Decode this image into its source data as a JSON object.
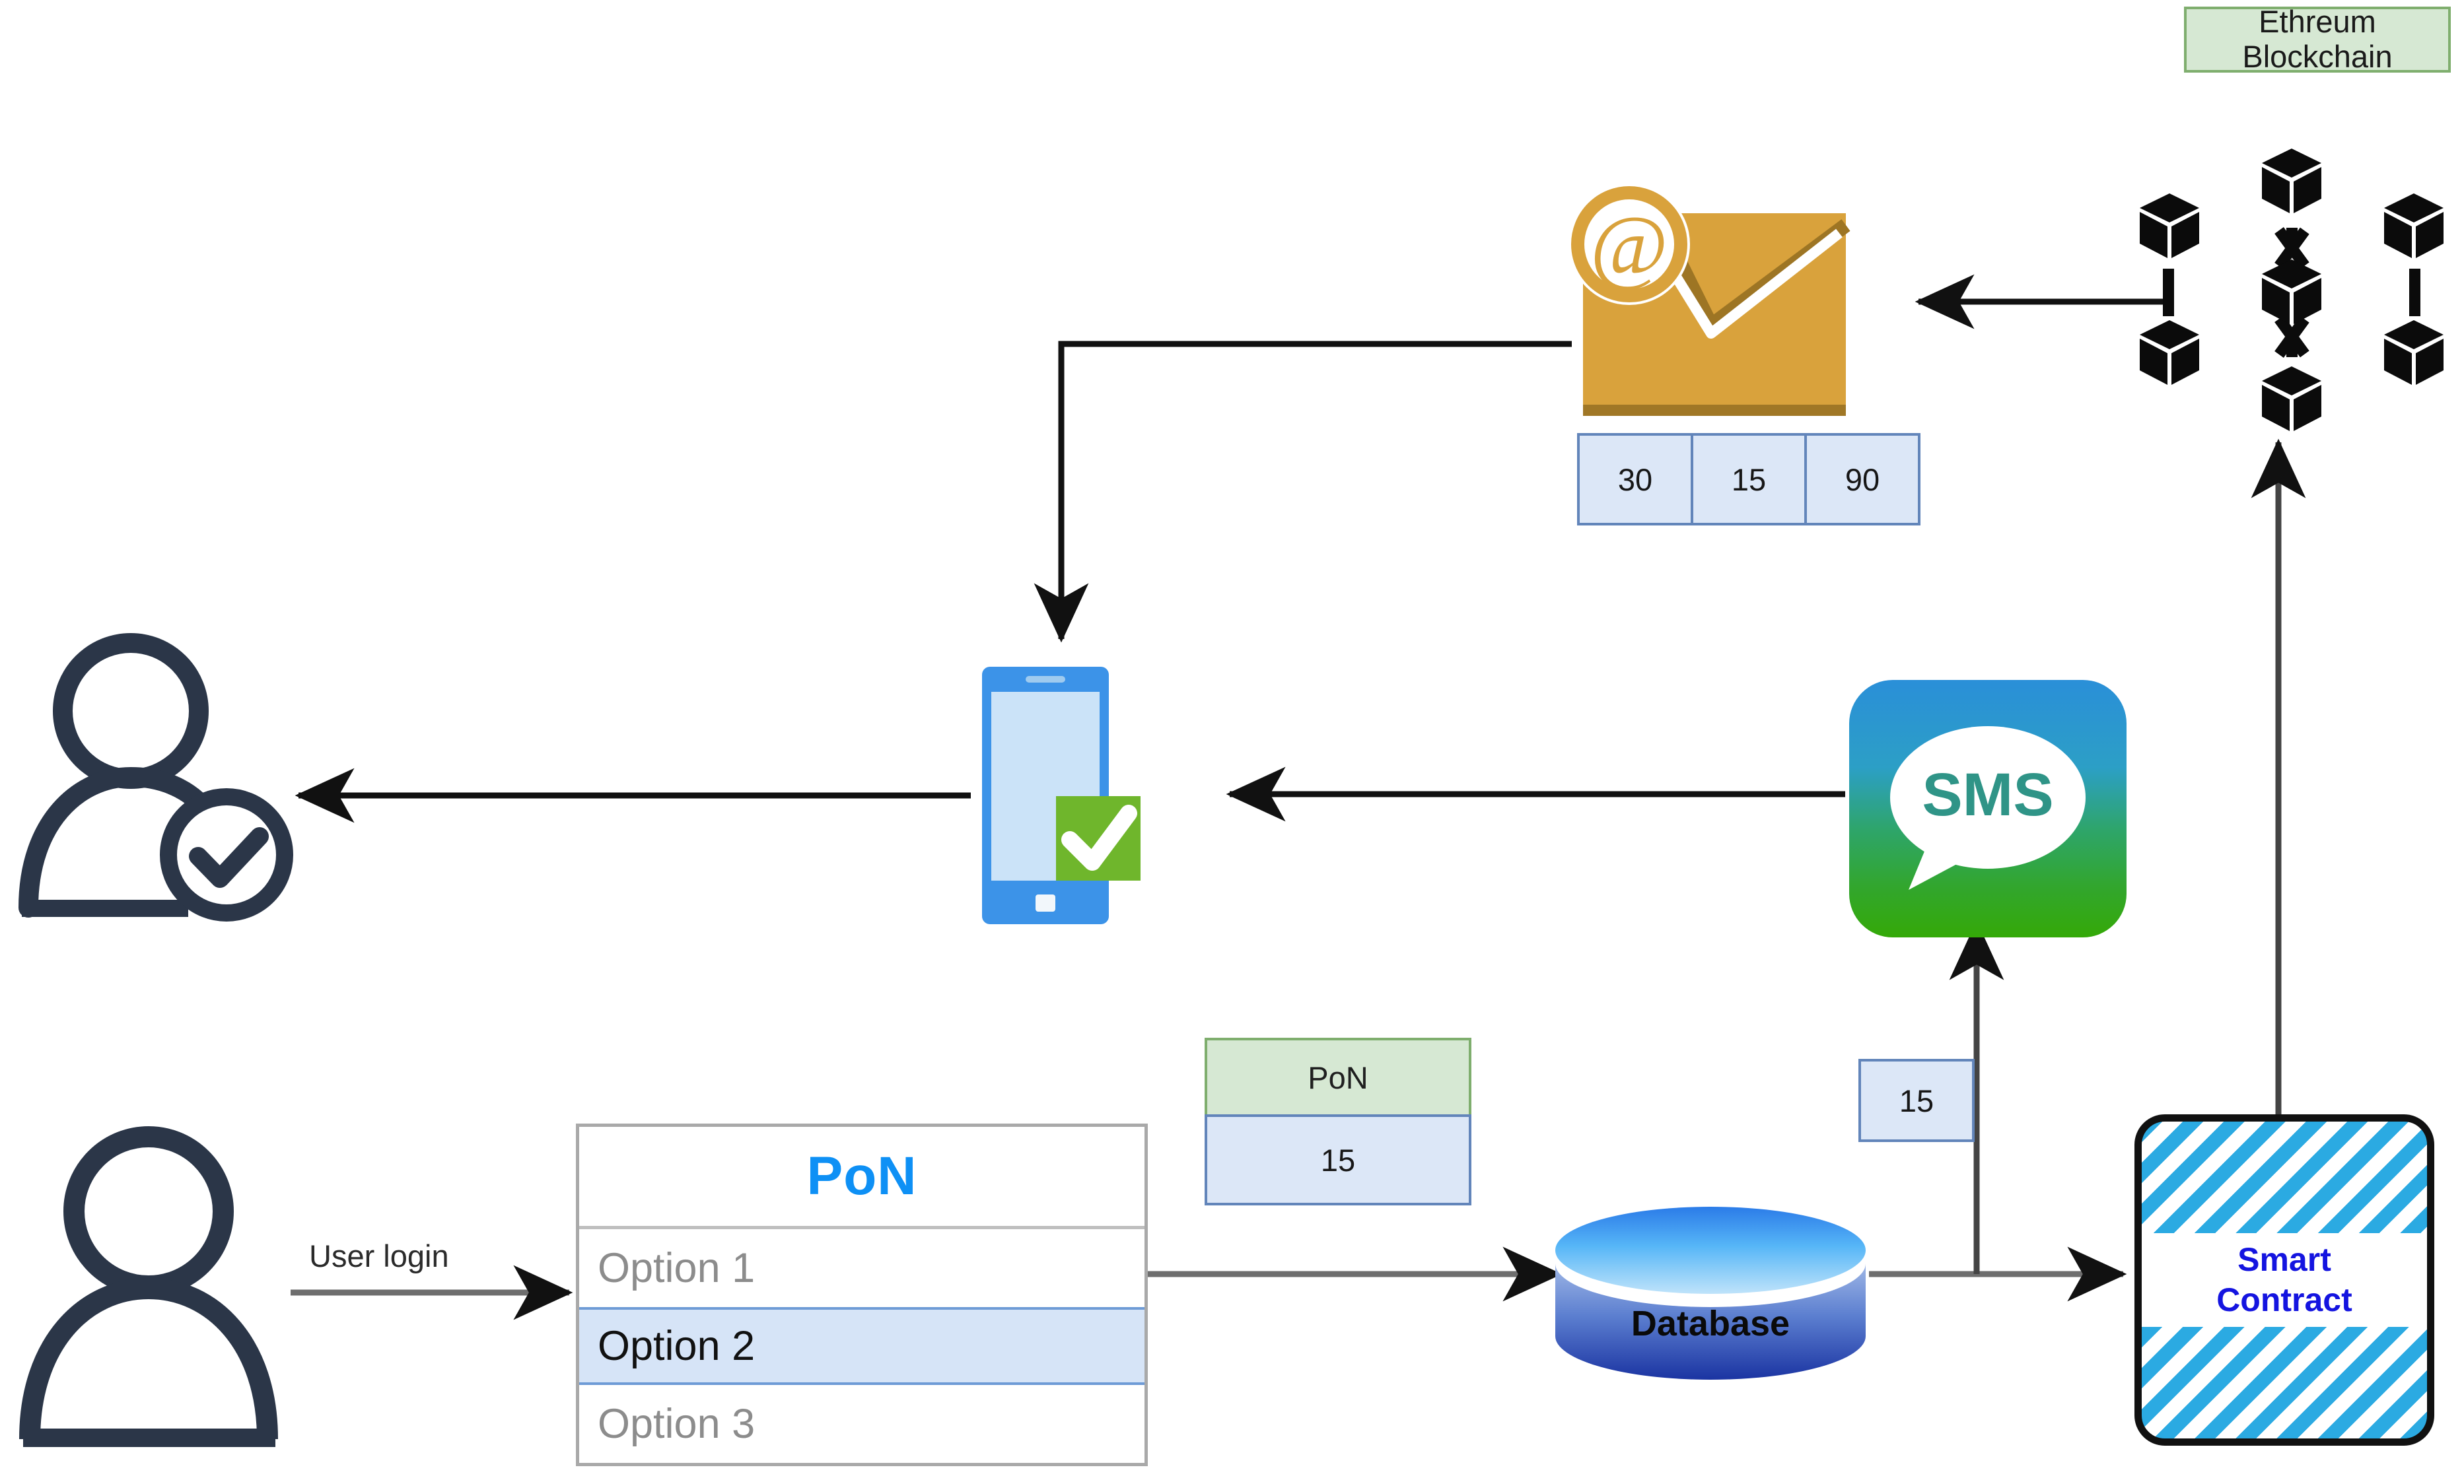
{
  "diagram": {
    "title": "PoN blockchain SMS/email notification flow",
    "colors": {
      "blockchain_label_fill": "#D6E8D3",
      "blockchain_label_border": "#7FAE6E",
      "cell_blue_fill": "#DCE7F7",
      "cell_blue_border": "#6285BA",
      "pon_accent": "#0E90F5",
      "smart_contract_stripe": "#2BAAE2",
      "smart_contract_text": "#1414E0",
      "envelope": "#D9A23C",
      "sms_gradient_top": "#2A8FD8",
      "sms_gradient_bottom": "#34A908",
      "person_icon": "#2B3648",
      "check_green": "#6FB62C",
      "phone_blue": "#3C93E8",
      "database_top": "#4FB4F5",
      "database_bottom": "#1F3FA8"
    }
  },
  "ethereum": {
    "label_line1": "Ethreum",
    "label_line2": "Blockchain",
    "icon": "blockchain-network-icon"
  },
  "email": {
    "icon": "email-at-envelope-icon",
    "counts": [
      "30",
      "15",
      "90"
    ]
  },
  "phone": {
    "icon": "smartphone-icon",
    "badge_icon": "green-check-badge-icon"
  },
  "sms": {
    "icon": "sms-bubble-icon",
    "label": "SMS",
    "value_box": "15"
  },
  "users": {
    "verified_user_icon": "verified-user-icon",
    "user_icon": "user-icon"
  },
  "pon_table": {
    "header": "PoN",
    "rows": [
      {
        "label": "Option 1",
        "selected": false
      },
      {
        "label": "Option 2",
        "selected": true
      },
      {
        "label": "Option 3",
        "selected": false
      }
    ]
  },
  "pon_value_box": {
    "header": "PoN",
    "value": "15"
  },
  "database": {
    "label": "Database",
    "icon": "database-cylinder-icon"
  },
  "smart_contract": {
    "line1": "Smart",
    "line2": "Contract",
    "icon": "smart-contract-icon"
  },
  "edges": {
    "user_login": "User login"
  }
}
